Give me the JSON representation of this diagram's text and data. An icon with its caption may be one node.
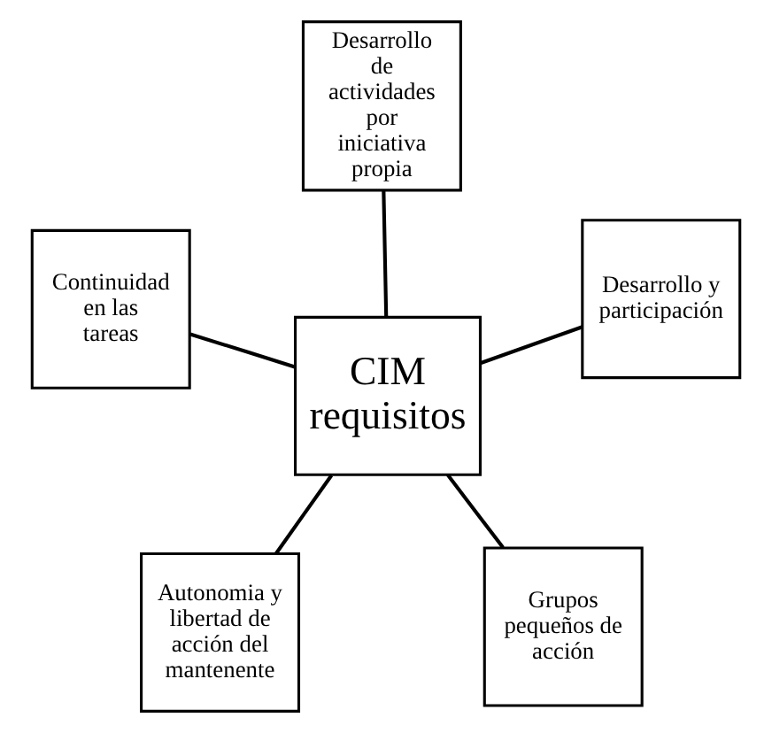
{
  "diagram": {
    "nodes": [
      {
        "text": [
          "Autonomia y libertad de acción del mantenente"
        ]
      },
      {
        "text": [
          "Grupos pequeños de acción"
        ]
      },
      {
        "text": [
          "CIM requisitos"
        ]
      },
      {
        "text": [
          "Desarrollo de actividades por iniciativa propia"
        ]
      },
      {
        "text": [
          "Desarrollo y participación"
        ]
      },
      {
        "text": [
          "Continuidad en las tareas"
        ]
      }
    ],
    "edges": [
      {
        "from": 2,
        "to": 0,
        "arrow": "none"
      },
      {
        "from": 2,
        "to": 1,
        "arrow": "none"
      },
      {
        "from": 2,
        "to": 3,
        "arrow": "none"
      },
      {
        "from": 2,
        "to": 4,
        "arrow": "none"
      },
      {
        "from": 2,
        "to": 5,
        "arrow": "none"
      }
    ]
  }
}
